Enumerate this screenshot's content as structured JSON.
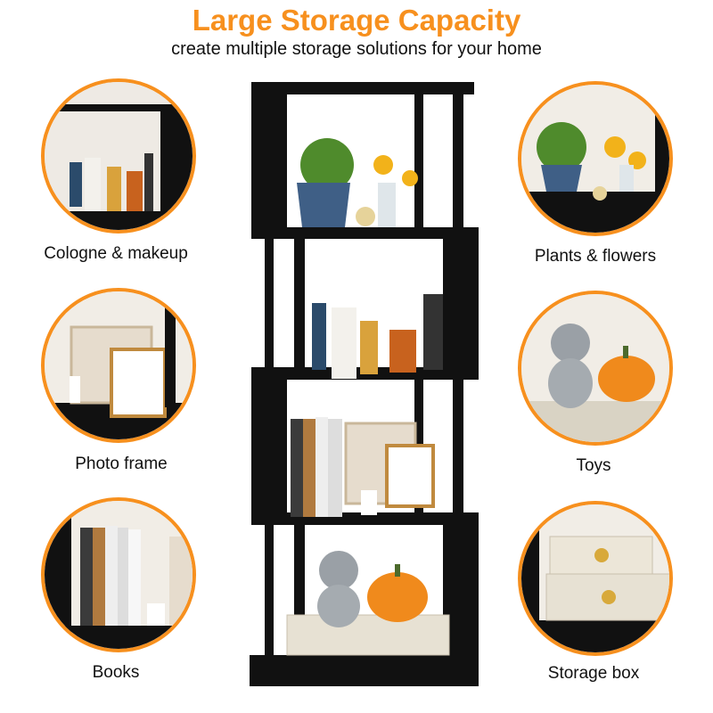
{
  "header": {
    "title": "Large Storage Capacity",
    "subtitle": "create multiple storage solutions for your home"
  },
  "features": [
    {
      "label": "Cologne & makeup"
    },
    {
      "label": "Photo frame"
    },
    {
      "label": "Books"
    },
    {
      "label": "Plants & flowers"
    },
    {
      "label": "Toys"
    },
    {
      "label": "Storage box"
    }
  ],
  "colors": {
    "accent": "#f7901e",
    "shelf": "#111111"
  }
}
